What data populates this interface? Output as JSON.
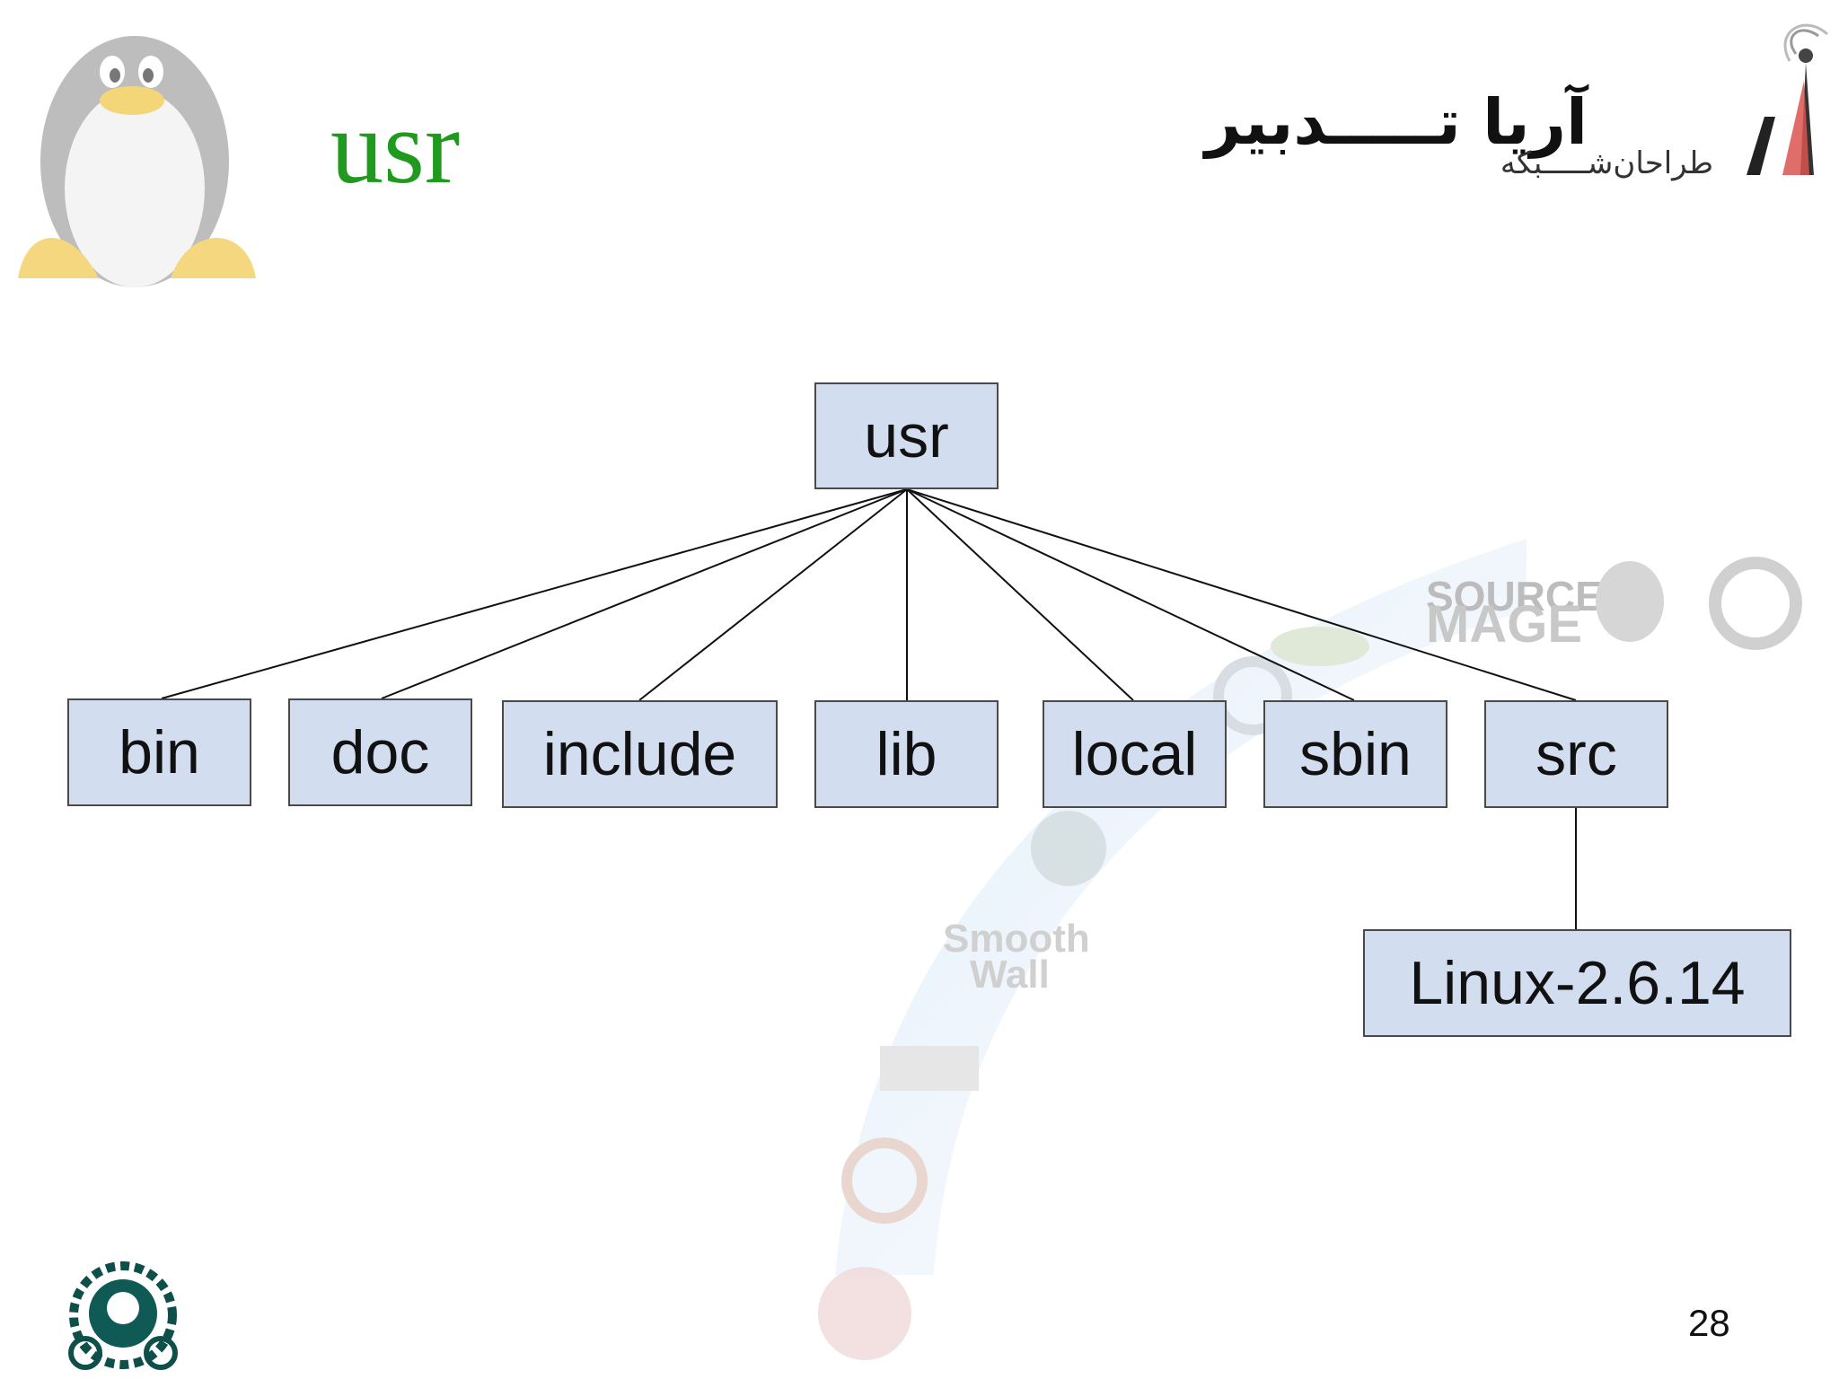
{
  "slide": {
    "title": "usr",
    "page_number": "28",
    "logo": {
      "main_text": "آریا تـــــدبیر",
      "sub_text": "طراحان‌شـــــبکه"
    }
  },
  "colors": {
    "title_green": "#1f9a1f",
    "node_fill": "#d3ddf0",
    "node_border": "#4a4a4a"
  },
  "tree": {
    "root": "usr",
    "children": [
      "bin",
      "doc",
      "include",
      "lib",
      "local",
      "sbin",
      "src"
    ],
    "grandchild": {
      "parent": "src",
      "label": "Linux-2.6.14"
    }
  },
  "icons": [
    "tux-penguin-icon",
    "aria-tadbir-logo-icon",
    "university-emblem-icon",
    "distro-watermark-icons"
  ]
}
